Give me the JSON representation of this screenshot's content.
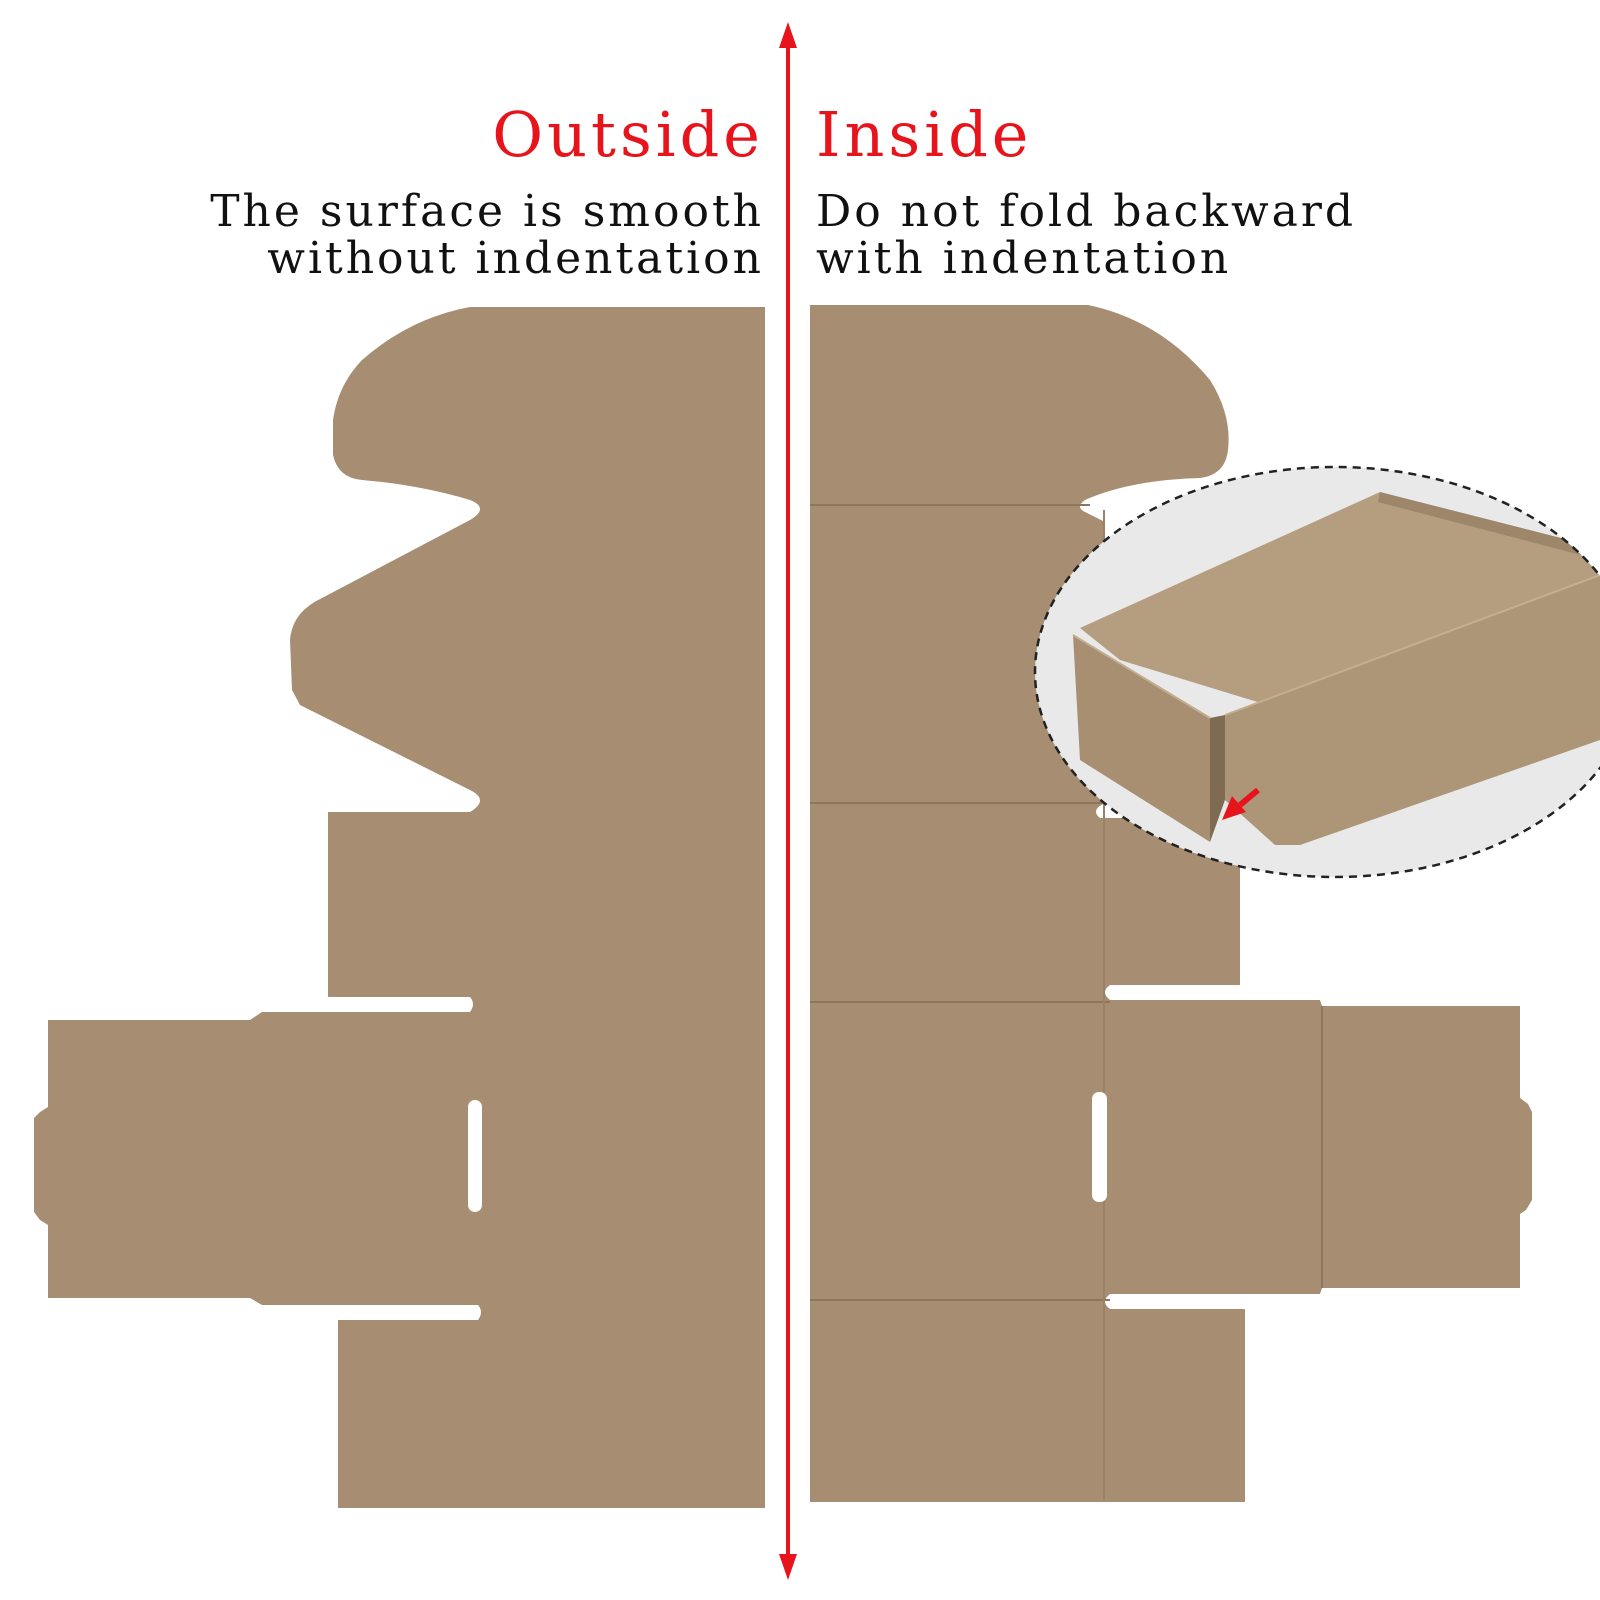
{
  "headings": {
    "outside": "Outside",
    "inside": "Inside"
  },
  "descriptions": {
    "outside": [
      "The surface is smooth",
      "without indentation"
    ],
    "inside": [
      "Do not fold backward",
      "with indentation"
    ]
  },
  "colors": {
    "accent": "#e8141b",
    "cardboard": "#a78e72",
    "cardboard_dark": "#8c765d",
    "cardboard_light": "#b59d80",
    "text": "#111111",
    "inset_bg": "#e9e9e9"
  },
  "icons": {
    "divider": "double-arrow-vertical-icon",
    "pointer": "red-arrow-icon"
  }
}
